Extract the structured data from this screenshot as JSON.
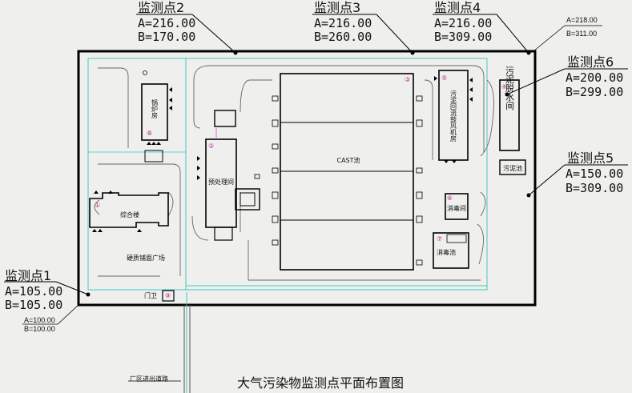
{
  "caption": "大气污染物监测点平面布置图",
  "monitoring_points": [
    {
      "id": "mp1",
      "title": "监测点1",
      "a": "A=105.00",
      "b": "B=105.00"
    },
    {
      "id": "mp2",
      "title": "监测点2",
      "a": "A=216.00",
      "b": "B=170.00"
    },
    {
      "id": "mp3",
      "title": "监测点3",
      "a": "A=216.00",
      "b": "B=260.00"
    },
    {
      "id": "mp4",
      "title": "监测点4",
      "a": "A=216.00",
      "b": "B=309.00"
    },
    {
      "id": "mp5",
      "title": "监测点5",
      "a": "A=150.00",
      "b": "B=309.00"
    },
    {
      "id": "mp6",
      "title": "监测点6",
      "a": "A=200.00",
      "b": "B=299.00"
    }
  ],
  "corners": {
    "top_right": {
      "a": "A=218.00",
      "b": "B=311.00"
    },
    "bottom_left": {
      "a": "A=100.00",
      "b": "B=100.00"
    }
  },
  "buildings": {
    "boiler_room": "锅炉房",
    "pretreatment": "预处理间",
    "office": "综合楼",
    "plaza": "硬质铺面广场",
    "cast": "CAST池",
    "sludge_return": "污泥回流鼓风机房",
    "dewatering": "污泥脱水间",
    "sludge_pool": "污泥池",
    "disinfection_room": "消毒间",
    "disinfection_pool": "消毒池",
    "gate": "门卫",
    "road": "厂区进出道路"
  },
  "circled_numbers": [
    "①",
    "②",
    "③",
    "④",
    "⑤",
    "⑥",
    "⑦",
    "⑧",
    "⑨"
  ]
}
